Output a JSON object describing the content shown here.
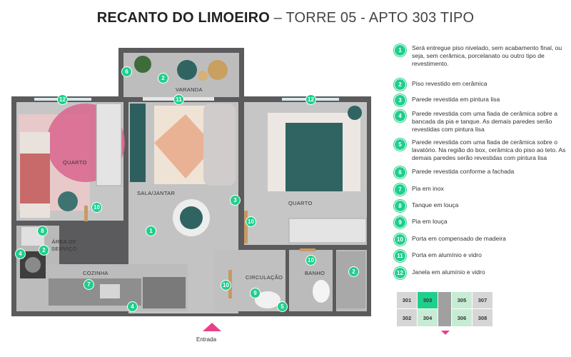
{
  "header": {
    "title_bold": "RECANTO DO LIMOEIRO",
    "title_rest": " – TORRE 05 - APTO 303 TIPO"
  },
  "colors": {
    "accent": "#1fcf8c",
    "entrance_marker": "#e8418a",
    "wall": "#5b5b5d",
    "floor": "#c9c9c9"
  },
  "rooms": {
    "varanda": "VARANDA",
    "quarto1": "QUARTO",
    "sala": "SALA/JANTAR",
    "quarto2": "QUARTO",
    "servico_l1": "ÁREA DE",
    "servico_l2": "SERVIÇO",
    "cozinha": "COZINHA",
    "circulacao": "CIRCULAÇÃO",
    "banho": "BANHO"
  },
  "entrance_label": "Entrada",
  "plan_badges": [
    {
      "n": "6"
    },
    {
      "n": "2"
    },
    {
      "n": "11"
    },
    {
      "n": "12"
    },
    {
      "n": "12"
    },
    {
      "n": "10"
    },
    {
      "n": "3"
    },
    {
      "n": "1"
    },
    {
      "n": "10"
    },
    {
      "n": "8"
    },
    {
      "n": "2"
    },
    {
      "n": "4"
    },
    {
      "n": "10"
    },
    {
      "n": "7"
    },
    {
      "n": "4"
    },
    {
      "n": "10"
    },
    {
      "n": "9"
    },
    {
      "n": "5"
    },
    {
      "n": "2"
    }
  ],
  "legend": [
    {
      "n": "1",
      "text": "Será entregue piso nivelado, sem acabamento final, ou seja, sem cerâmica, porcelanato ou outro tipo de revestimento."
    },
    {
      "n": "2",
      "text": "Piso revestido em cerâmica"
    },
    {
      "n": "3",
      "text": "Parede revestida em pintura lisa"
    },
    {
      "n": "4",
      "text": "Parede revestida com uma fiada de cerâmica sobre a bancada da pia e tanque. As demais paredes serão revestidas com pintura lisa"
    },
    {
      "n": "5",
      "text": "Parede revestida com uma fiada de cerâmica sobre o lavatório. Na região do box, cerâmica do piso ao teto. As demais paredes serão revestidas com pintura lisa"
    },
    {
      "n": "6",
      "text": "Parede revestida conforme a fachada"
    },
    {
      "n": "7",
      "text": "Pia em inox"
    },
    {
      "n": "8",
      "text": "Tanque em louça"
    },
    {
      "n": "9",
      "text": "Pia em louça"
    },
    {
      "n": "10",
      "text": "Porta em compensado de madeira"
    },
    {
      "n": "11",
      "text": "Porta em alumínio e vidro"
    },
    {
      "n": "12",
      "text": "Janela em alumínio e vidro"
    }
  ],
  "units": {
    "u301": "301",
    "u303": "303",
    "u305": "305",
    "u307": "307",
    "u302": "302",
    "u304": "304",
    "u306": "306",
    "u308": "308"
  }
}
